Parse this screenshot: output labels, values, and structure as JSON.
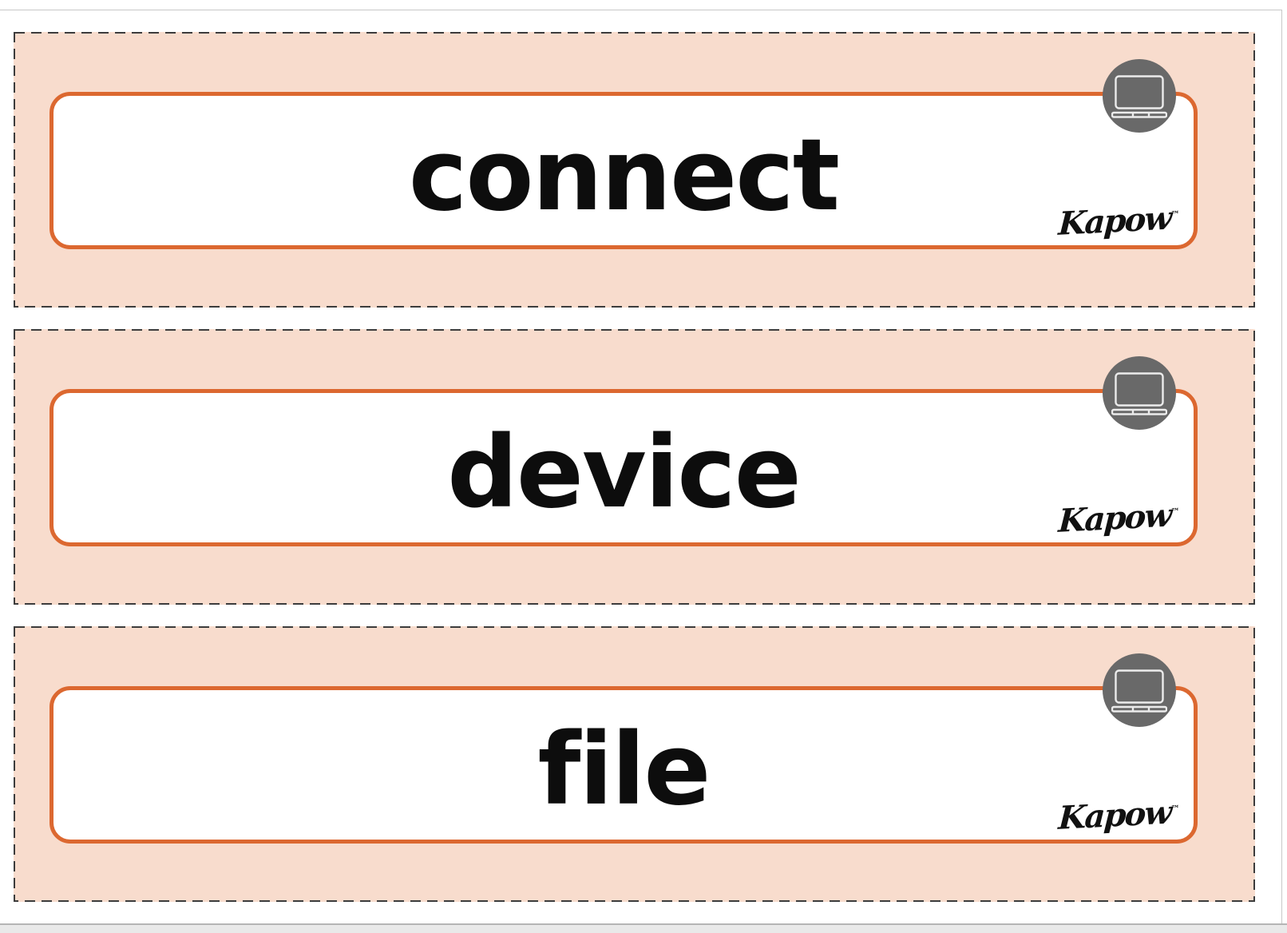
{
  "theme": {
    "card-bg": "#f8dccd",
    "card-dash": "#3c3c3c",
    "panel-border": "#dc6830",
    "panel-bg": "#ffffff",
    "circle-bg": "#696969",
    "laptop-stroke": "#ececec",
    "word-color": "#0d0d0d",
    "brand-color": "#111111",
    "frame-line": "#c8c8c8",
    "bottom-line": "#b5b5b5",
    "bottom-strip": "#e9e9e9",
    "page-bg": "#ffffff"
  },
  "cards": [
    {
      "word": "connect",
      "icon": "laptop-icon",
      "brand": "Kapow",
      "brand_tm": "™"
    },
    {
      "word": "device",
      "icon": "laptop-icon",
      "brand": "Kapow",
      "brand_tm": "™"
    },
    {
      "word": "file",
      "icon": "laptop-icon",
      "brand": "Kapow",
      "brand_tm": "™"
    }
  ]
}
